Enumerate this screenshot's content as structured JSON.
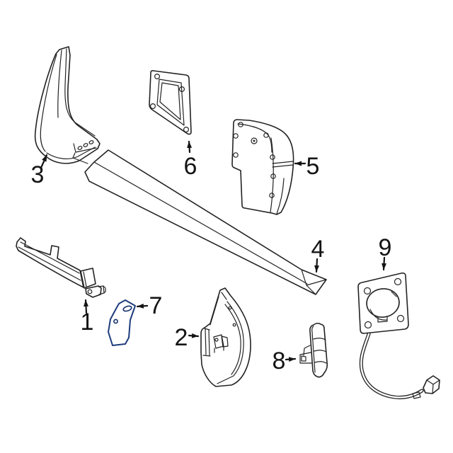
{
  "diagram": {
    "kind": "exploded-parts-diagram",
    "background_color": "#ffffff",
    "line_color": "#232323",
    "label_color": "#141414",
    "highlight": {
      "fill": "#3e63b3",
      "stroke": "#1d3c7c"
    },
    "callouts": [
      {
        "label": "1",
        "highlighted": false
      },
      {
        "label": "2",
        "highlighted": false
      },
      {
        "label": "3",
        "highlighted": false
      },
      {
        "label": "4",
        "highlighted": false
      },
      {
        "label": "5",
        "highlighted": false
      },
      {
        "label": "6",
        "highlighted": false
      },
      {
        "label": "7",
        "highlighted": true
      },
      {
        "label": "8",
        "highlighted": false
      },
      {
        "label": "9",
        "highlighted": false
      }
    ]
  }
}
